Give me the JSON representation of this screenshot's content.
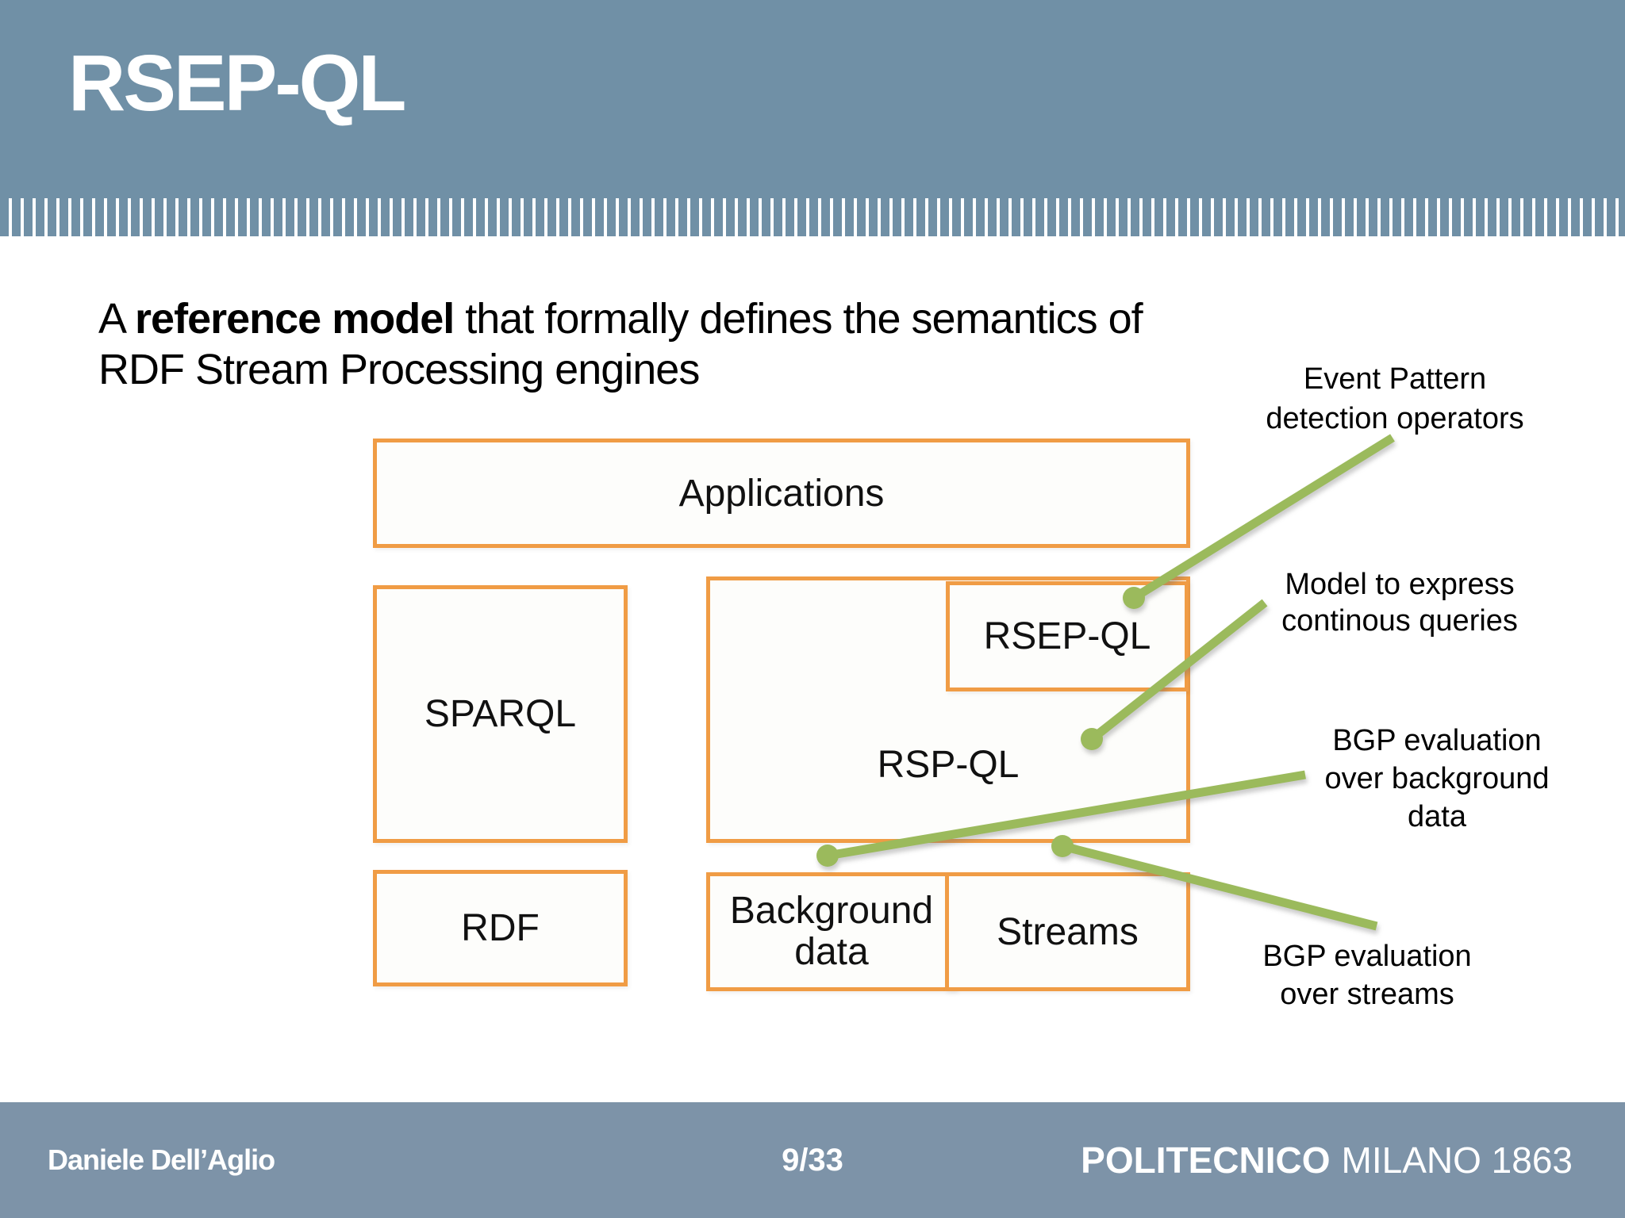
{
  "header": {
    "title": "RSEP-QL"
  },
  "intro": {
    "prefix": "A ",
    "bold": "reference model",
    "suffix": " that formally defines the semantics of",
    "line2": "RDF Stream Processing engines"
  },
  "diagram": {
    "boxes": {
      "applications": {
        "label": "Applications"
      },
      "sparql": {
        "label": "SPARQL"
      },
      "rspql": {
        "label": "RSP-QL"
      },
      "rsepql": {
        "label": "RSEP-QL"
      },
      "rdf": {
        "label": "RDF"
      },
      "background_data": {
        "line1": "Background",
        "line2": "data"
      },
      "streams": {
        "label": "Streams"
      }
    },
    "annotations": {
      "event_pattern": {
        "lines": [
          "Event Pattern",
          "detection operators"
        ]
      },
      "model_express": {
        "lines": [
          "Model to express",
          "continous queries"
        ]
      },
      "bgp_background": {
        "lines": [
          "BGP evaluation",
          "over background",
          "data"
        ]
      },
      "bgp_streams": {
        "lines": [
          "BGP evaluation",
          "over streams"
        ]
      }
    },
    "colors": {
      "box_border": "#F09C45",
      "connector_green": "#9BBA5C",
      "band_blue": "#7090A6",
      "footer_blue": "#7D93A8"
    }
  },
  "footer": {
    "author": "Daniele Dell’Aglio",
    "page": "9/33",
    "brand_bold": "POLITECNICO",
    "brand_regular": "MILANO 1863"
  }
}
